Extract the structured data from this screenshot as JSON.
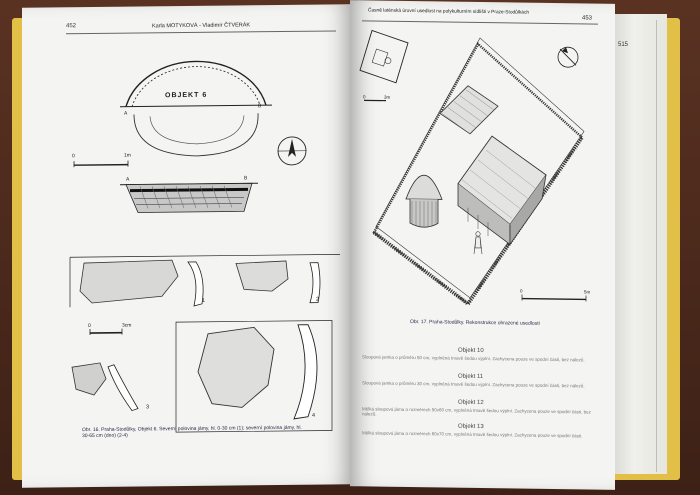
{
  "left_page": {
    "page_number": "452",
    "header": "Karla MOTYKOVÁ - Vladimír ČTVERÁK",
    "plan_label": "OBJEKT 6",
    "section_label_a": "A",
    "section_label_b": "B",
    "scale_zero": "0",
    "scale_unit": "1m",
    "sherd_scale_zero": "0",
    "sherd_scale_unit": "3cm",
    "sherd_numbers": [
      "1",
      "2",
      "3",
      "4"
    ],
    "caption": "Obr. 16. Praha-Stodůlky, Objekt 6. Severní polovina jámy, hl. 0-30 cm (1); severní polovina jámy, hl. 30-65 cm (dno) (2-4)"
  },
  "right_page": {
    "page_number": "453",
    "header": "Časně laténská úrovní usedlost na polykulturním sídlišti v Praze-Stodůlkách",
    "inset_scale_zero": "0",
    "inset_scale_unit": "3m",
    "main_scale_zero": "0",
    "main_scale_unit": "5m",
    "caption": "Obr. 17. Praha-Stodůlky. Rekonstrukce ohrazené usedlosti",
    "sections": [
      {
        "title": "Objekt 10",
        "text": "Sloupová jamka o průměru 50 cm, vyplněná tmavě šedou výplní. Zachycena pouze ve spodní části, bez nálezů."
      },
      {
        "title": "Objekt 11",
        "text": "Sloupová jamka o průměru 30 cm, vyplněná tmavě šedou výplní. Zachycena pouze ve spodní části, bez nálezů."
      },
      {
        "title": "Objekt 12",
        "text": "Mělká sloupová jáma o rozměrech 50x60 cm, vyplněná tmavě šedou výplní. Zachycena pouze ve spodní části, bez nálezů."
      },
      {
        "title": "Objekt 13",
        "text": "Mělká sloupová jáma o rozměrech 60x70 cm, vyplněná tmavě šedou výplní. Zachycena pouze ve spodní části."
      }
    ]
  },
  "next_page_number": "515",
  "colors": {
    "cover": "#e2bf47",
    "paper": "#f4f4f2",
    "table": "#4a2a1c",
    "ink": "#222222"
  }
}
